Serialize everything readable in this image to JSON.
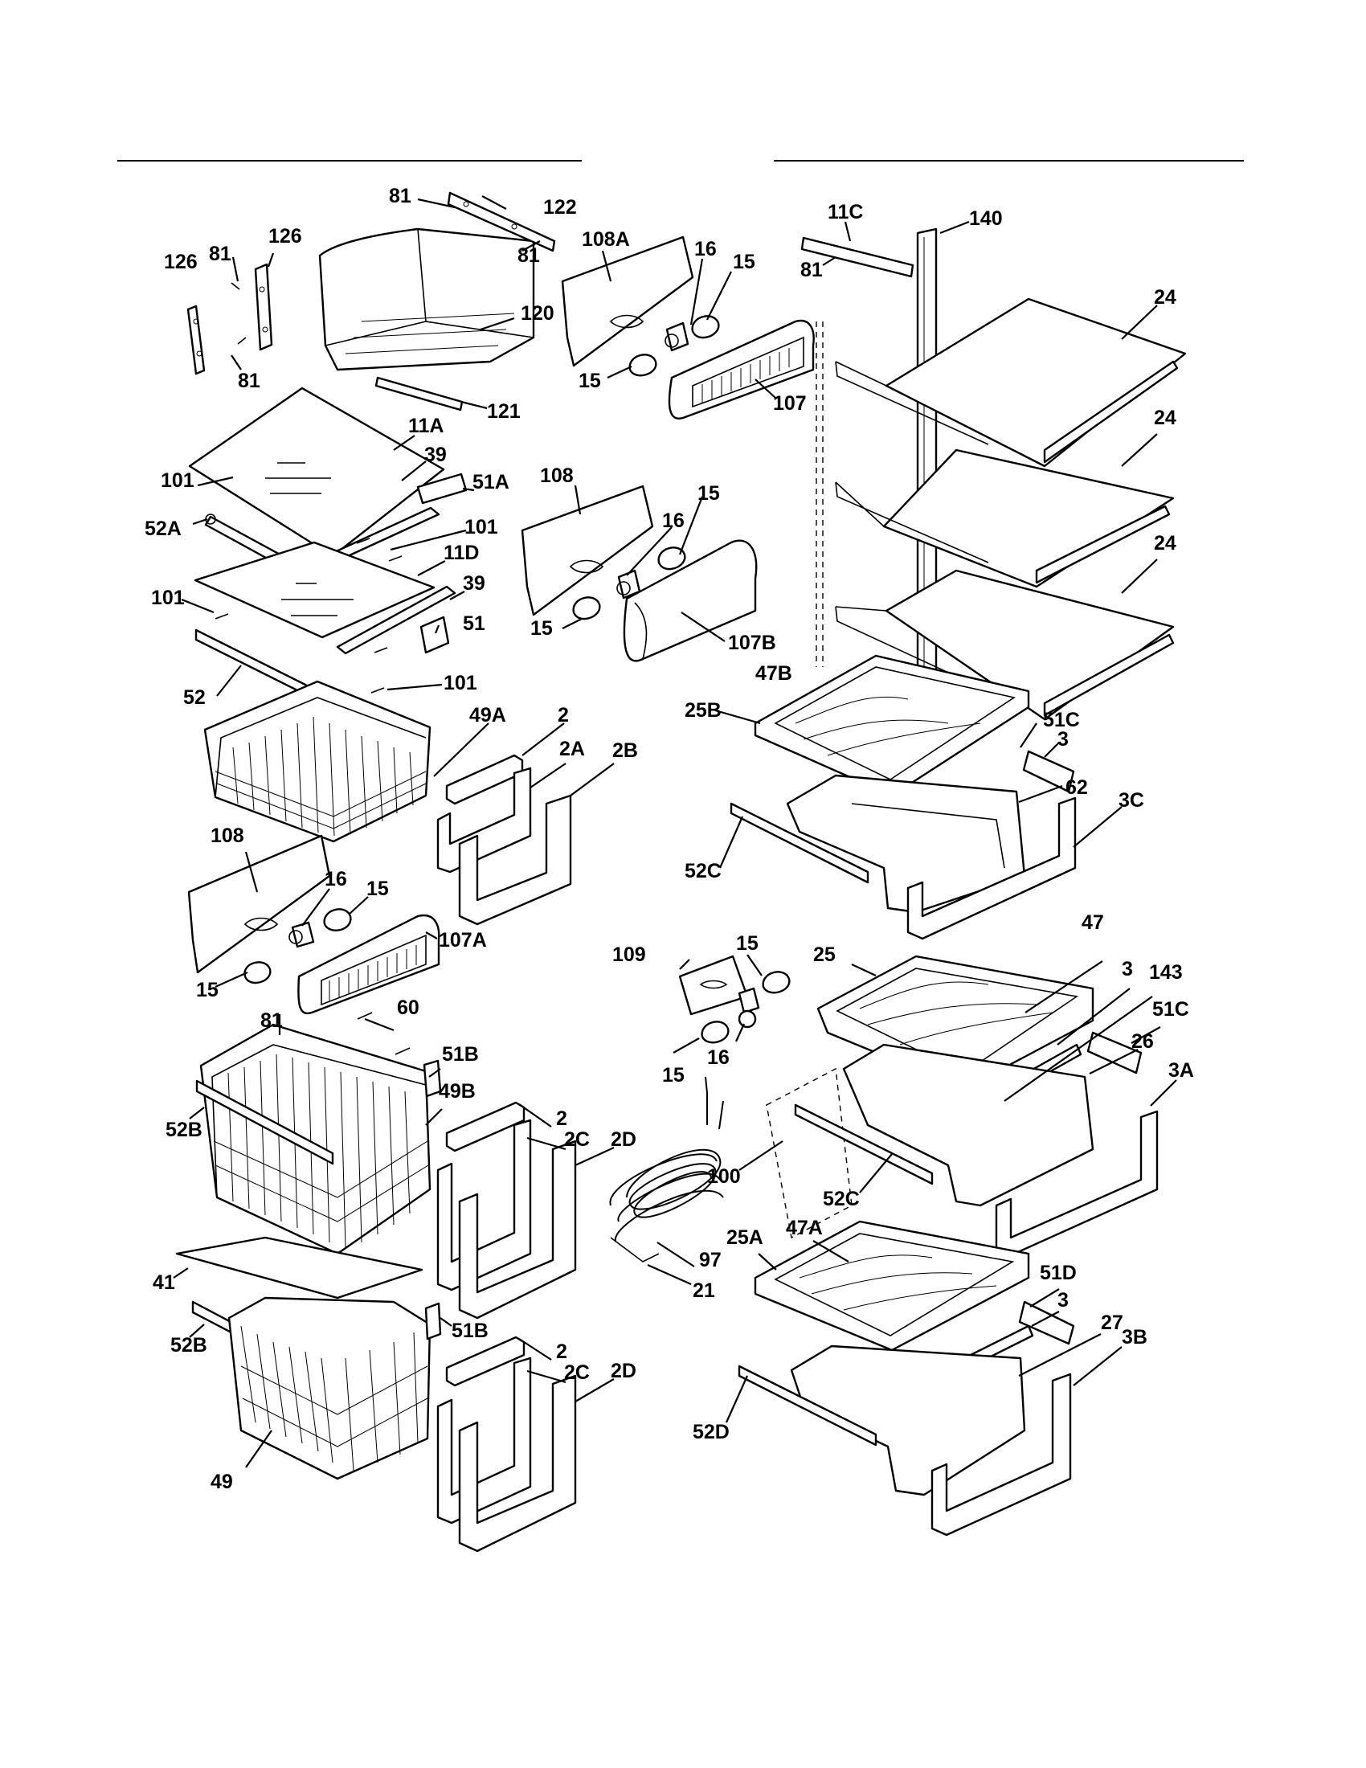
{
  "callouts": {
    "c126_l": "126",
    "c81_a": "81",
    "c126_r": "126",
    "c81_b": "81",
    "c81_top": "81",
    "c122": "122",
    "c81_c": "81",
    "c120": "120",
    "c121": "121",
    "c108A": "108A",
    "c16_a": "16",
    "c15_a": "15",
    "c15_b": "15",
    "c107": "107",
    "c11C": "11C",
    "c140": "140",
    "c81_d": "81",
    "c24_a": "24",
    "c24_b": "24",
    "c24_c": "24",
    "c11A": "11A",
    "c39_a": "39",
    "c101_a": "101",
    "c51A": "51A",
    "c52A": "52A",
    "c101_b": "101",
    "c11D": "11D",
    "c101_c": "101",
    "c39_b": "39",
    "c51": "51",
    "c52": "52",
    "c101_d": "101",
    "c108_a": "108",
    "c15_c": "15",
    "c16_b": "16",
    "c15_d": "15",
    "c107B": "107B",
    "c47B": "47B",
    "c25B": "25B",
    "c51C_a": "51C",
    "c3_a": "3",
    "c62": "62",
    "c3C": "3C",
    "c52C_a": "52C",
    "c49A": "49A",
    "c2_a": "2",
    "c2A": "2A",
    "c2B": "2B",
    "c108_b": "108",
    "c16_c": "16",
    "c15_e": "15",
    "c107A": "107A",
    "c15_f": "15",
    "c81_e": "81",
    "c60": "60",
    "c51B_a": "51B",
    "c49B": "49B",
    "c52B_a": "52B",
    "c2_b": "2",
    "c2C_a": "2C",
    "c2D_a": "2D",
    "c109": "109",
    "c15_g": "15",
    "c16_d": "16",
    "c15_h": "15",
    "c100": "100",
    "c97": "97",
    "c21": "21",
    "c25": "25",
    "c47": "47",
    "c3_b": "3",
    "c143": "143",
    "c51C_b": "51C",
    "c26": "26",
    "c3A": "3A",
    "c52C_b": "52C",
    "c47A": "47A",
    "c25A": "25A",
    "c51D": "51D",
    "c3_c": "3",
    "c27": "27",
    "c3B": "3B",
    "c52D": "52D",
    "c41": "41",
    "c52B_b": "52B",
    "c51B_b": "51B",
    "c49": "49",
    "c2_c": "2",
    "c2C_b": "2C",
    "c2D_b": "2D"
  }
}
